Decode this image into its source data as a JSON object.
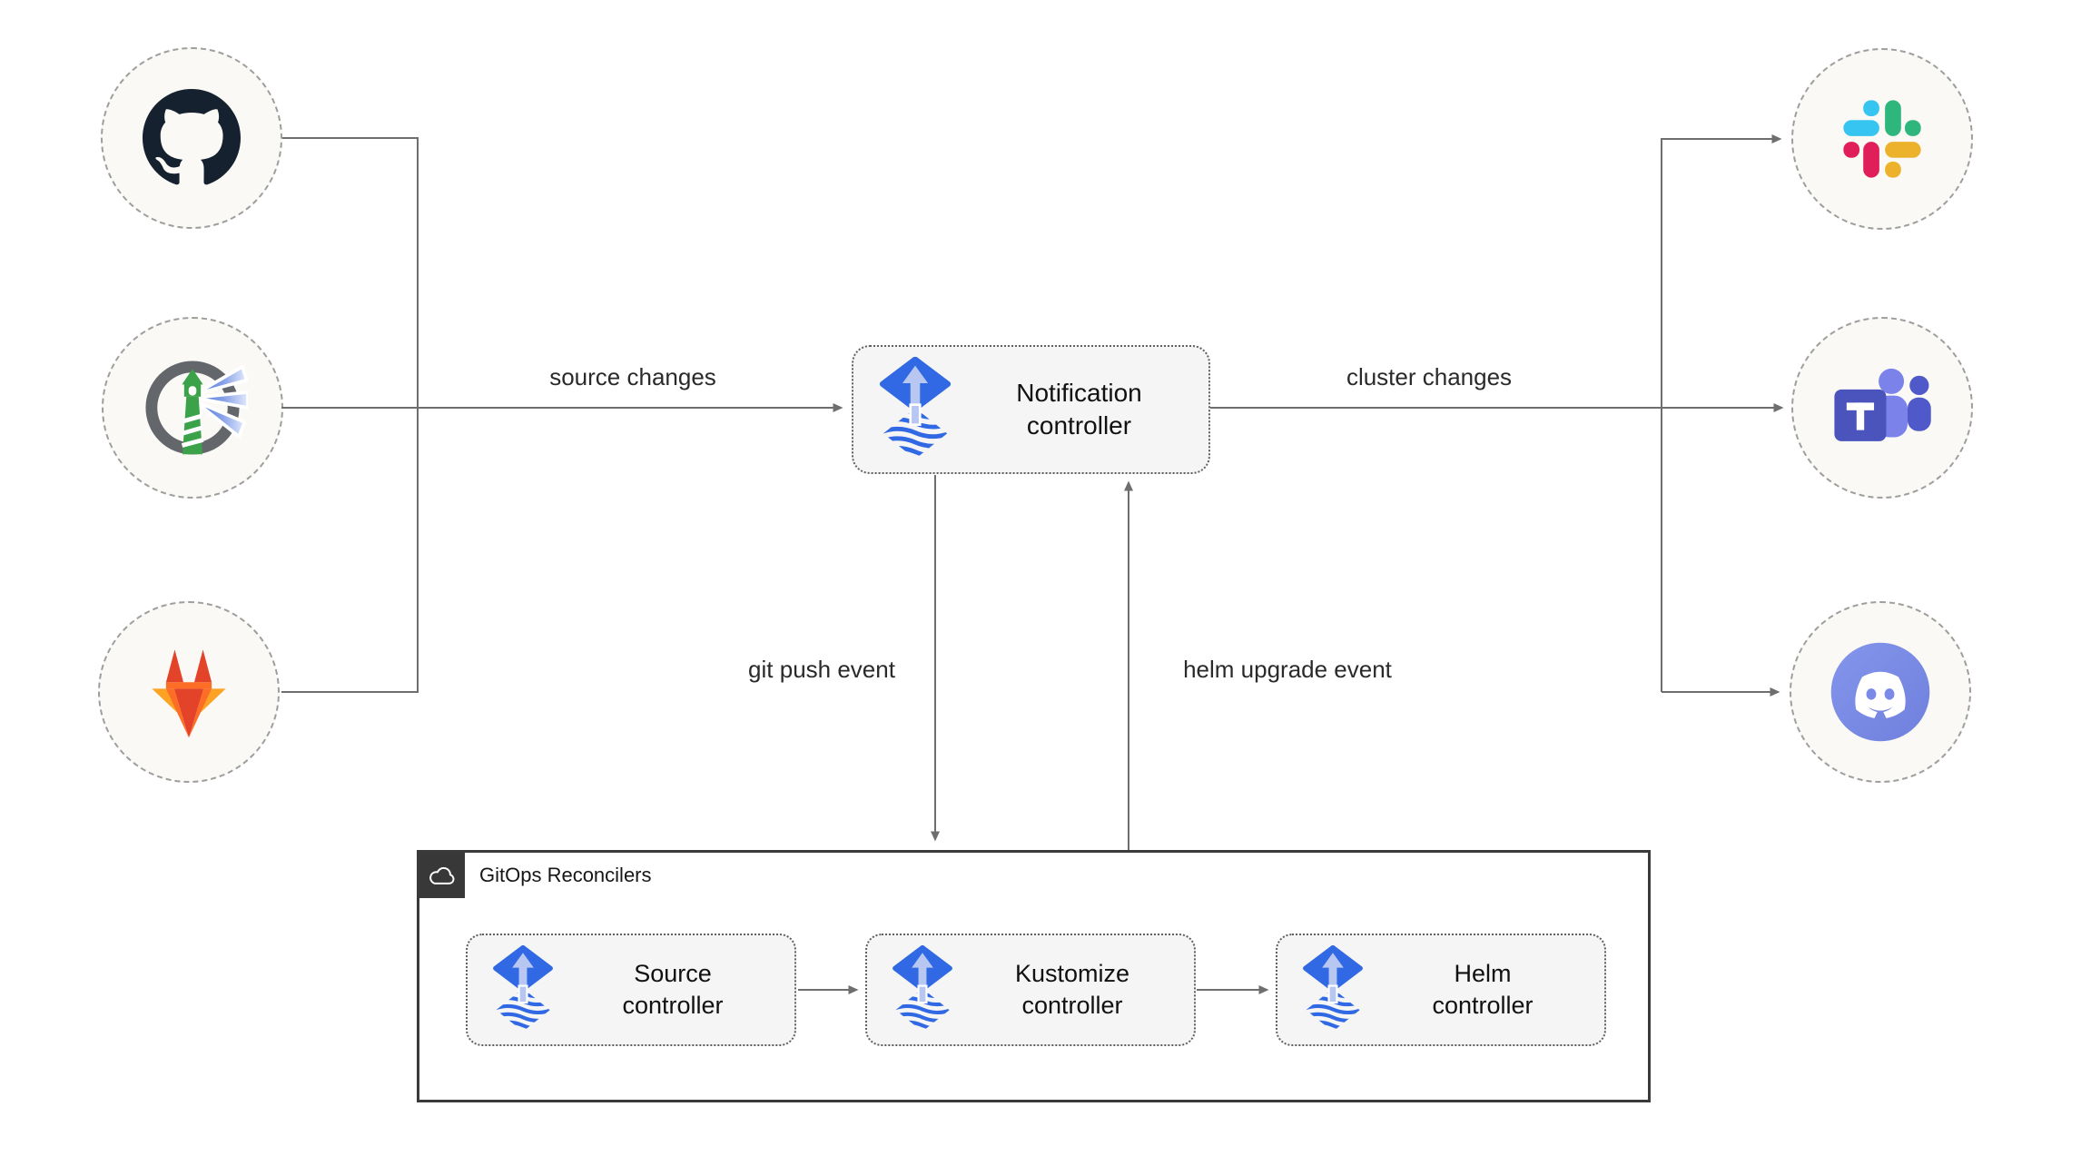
{
  "edges": {
    "source_changes": "source changes",
    "cluster_changes": "cluster changes",
    "git_push_event": "git push event",
    "helm_upgrade_event": "helm upgrade event"
  },
  "nodes": {
    "notification": {
      "label": "Notification controller",
      "icon": "flux-icon"
    },
    "gitops_group": {
      "label": "GitOps Reconcilers",
      "icon": "cloud-icon"
    },
    "source": {
      "label": "Source controller",
      "icon": "flux-icon"
    },
    "kustomize": {
      "label": "Kustomize controller",
      "icon": "flux-icon"
    },
    "helm": {
      "label": "Helm controller",
      "icon": "flux-icon"
    },
    "github": {
      "icon": "github-icon"
    },
    "harbor": {
      "icon": "harbor-icon"
    },
    "gitlab": {
      "icon": "gitlab-icon"
    },
    "slack": {
      "icon": "slack-icon"
    },
    "teams": {
      "icon": "teams-icon"
    },
    "discord": {
      "icon": "discord-icon"
    }
  },
  "colors": {
    "flux_blue": "#3069e3",
    "flux_arrow_light": "#b7c7f1",
    "connector_gray": "#6e6e6e",
    "box_fill": "#f5f5f5",
    "circle_fill": "#faf9f5",
    "group_border": "#3a3a3a",
    "slack_blue": "#36C5F0",
    "slack_green": "#2EB67D",
    "slack_yellow": "#ECB22C",
    "slack_red": "#E01E5A",
    "teams_purple": "#4b53bc",
    "discord_blurple": "#7a8ae6",
    "gitlab_red": "#e24329",
    "gitlab_orange": "#fc6d26",
    "gitlab_yellow": "#fca326",
    "harbor_green": "#3ba24a",
    "github_dark": "#15212e"
  }
}
